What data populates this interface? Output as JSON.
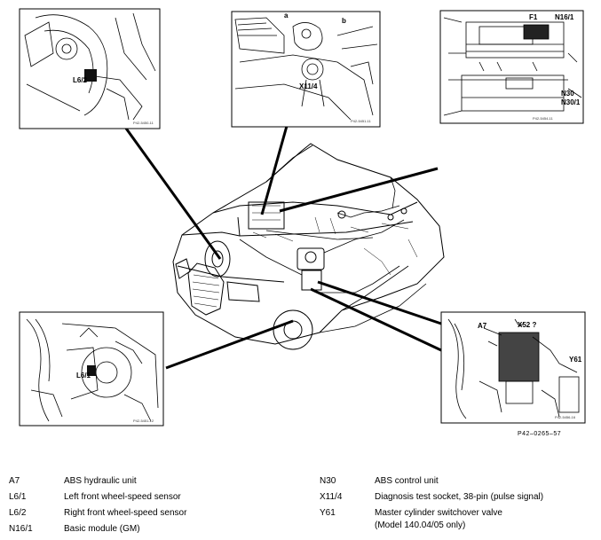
{
  "insets": {
    "wheel_right": {
      "label": "L6/2",
      "code": "P42-5450-11"
    },
    "socket": {
      "label": "X11/4",
      "code": "P42-5451-11",
      "letters": [
        "a",
        "b"
      ]
    },
    "control": {
      "labels": [
        "F1",
        "N16/1",
        "N30",
        "N30/1"
      ],
      "code": "P42-5454-11"
    },
    "wheel_left": {
      "label": "L6/1",
      "code": "P42-5451-12"
    },
    "hydraulic": {
      "labels": [
        "A7",
        "X52 ?",
        "Y61"
      ],
      "code": "P42-5456-16"
    }
  },
  "figure_code": "P42–0265–57",
  "legend": {
    "left": [
      {
        "code": "A7",
        "desc": [
          "ABS hydraulic unit"
        ]
      },
      {
        "code": "L6/1",
        "desc": [
          "Left front wheel-speed sensor"
        ]
      },
      {
        "code": "L6/2",
        "desc": [
          "Right front wheel-speed sensor"
        ]
      },
      {
        "code": "N16/1",
        "desc": [
          "Basic module (GM)"
        ]
      }
    ],
    "right": [
      {
        "code": "N30",
        "desc": [
          "ABS control unit"
        ]
      },
      {
        "code": "X11/4",
        "desc": [
          "Diagnosis test socket, 38-pin (pulse signal)"
        ]
      },
      {
        "code": "Y61",
        "desc": [
          "Master cylinder switchover valve",
          "(Model 140.04/05 only)"
        ]
      }
    ]
  }
}
